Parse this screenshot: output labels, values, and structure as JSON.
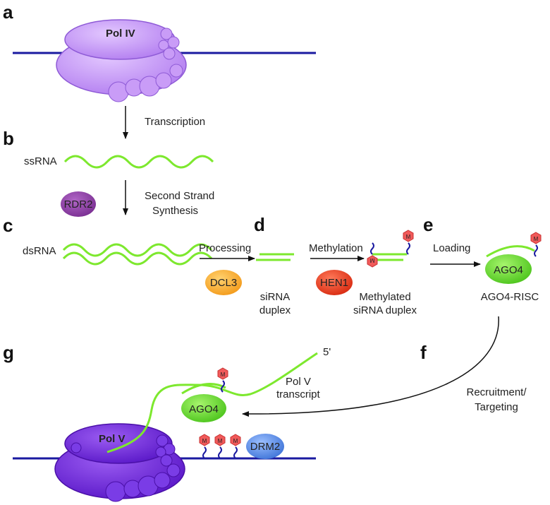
{
  "panels": {
    "a": "a",
    "b": "b",
    "c": "c",
    "d": "d",
    "e": "e",
    "f": "f",
    "g": "g"
  },
  "polymerases": {
    "pol4": "Pol IV",
    "pol5": "Pol V"
  },
  "steps": {
    "transcription": "Transcription",
    "second_strand_1": "Second Strand",
    "second_strand_2": "Synthesis",
    "processing": "Processing",
    "methylation": "Methylation",
    "loading": "Loading",
    "recruitment_1": "Recruitment/",
    "recruitment_2": "Targeting"
  },
  "molecules": {
    "ssrna": "ssRNA",
    "dsrna": "dsRNA",
    "sirna_duplex_1": "siRNA",
    "sirna_duplex_2": "duplex",
    "methylated_1": "Methylated",
    "methylated_2": "siRNA duplex",
    "ago4_risc": "AGO4-RISC",
    "pol5_transcript_1": "Pol V",
    "pol5_transcript_2": "transcript",
    "five_prime": "5'"
  },
  "proteins": {
    "rdr2": "RDR2",
    "dcl3": "DCL3",
    "hen1": "HEN1",
    "ago4": "AGO4",
    "ago4_g": "AGO4",
    "drm2": "DRM2"
  },
  "methyl_mark": "M",
  "colors": {
    "dna": "#1a1aa0",
    "rna": "#7de82e",
    "pol4": "#c394f5",
    "pol5": "#7a2ee0",
    "rdr2": "#8e3fa6",
    "dcl3": "#f4a62a",
    "hen1": "#e8341c",
    "ago4": "#5ed82a",
    "drm2": "#5d8fe6",
    "methyl": "#f05a5a"
  }
}
